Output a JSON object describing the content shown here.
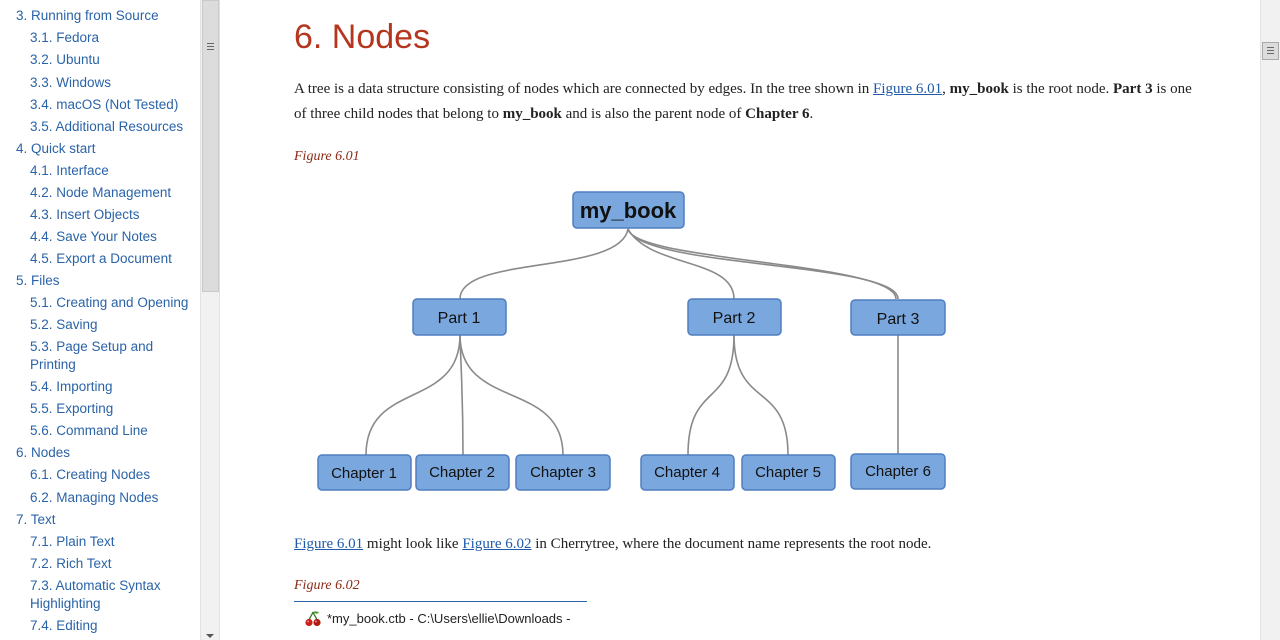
{
  "sidebar": {
    "items": [
      {
        "label": "3. Running from Source"
      },
      {
        "label": "3.1. Fedora"
      },
      {
        "label": "3.2. Ubuntu"
      },
      {
        "label": "3.3. Windows"
      },
      {
        "label": "3.4. macOS (Not Tested)"
      },
      {
        "label": "3.5. Additional Resources"
      },
      {
        "label": "4. Quick start"
      },
      {
        "label": "4.1. Interface"
      },
      {
        "label": "4.2. Node Management"
      },
      {
        "label": "4.3. Insert Objects"
      },
      {
        "label": "4.4. Save Your Notes"
      },
      {
        "label": "4.5. Export a Document"
      },
      {
        "label": "5. Files"
      },
      {
        "label": "5.1. Creating and Opening"
      },
      {
        "label": "5.2. Saving"
      },
      {
        "label": "5.3. Page Setup and Printing"
      },
      {
        "label": "5.4. Importing"
      },
      {
        "label": "5.5. Exporting"
      },
      {
        "label": "5.6. Command Line"
      },
      {
        "label": "6. Nodes"
      },
      {
        "label": "6.1. Creating Nodes"
      },
      {
        "label": "6.2. Managing Nodes"
      },
      {
        "label": "7. Text"
      },
      {
        "label": "7.1. Plain Text"
      },
      {
        "label": "7.2. Rich Text"
      },
      {
        "label": "7.3. Automatic Syntax Highlighting"
      },
      {
        "label": "7.4. Editing"
      }
    ]
  },
  "main": {
    "title": "6. Nodes",
    "para1": {
      "t1": "A tree is a data structure consisting of nodes which are connected by edges. In the tree shown in ",
      "link": "Figure 6.01",
      "t2": ", ",
      "b1": "my_book",
      "t3": " is the root node. ",
      "b2": "Part 3",
      "t4": " is one of three child nodes that belong to ",
      "b3": "my_book",
      "t5": " and is also the parent node of ",
      "b4": "Chapter 6",
      "t6": "."
    },
    "fig1_caption": "Figure 6.01",
    "tree": {
      "root": "my_book",
      "parts": [
        "Part 1",
        "Part 2",
        "Part 3"
      ],
      "chapters": [
        "Chapter 1",
        "Chapter 2",
        "Chapter 3",
        "Chapter 4",
        "Chapter 5",
        "Chapter 6"
      ]
    },
    "para2": {
      "link1": "Figure 6.01",
      "t1": " might look like ",
      "link2": "Figure 6.02",
      "t2": " in Cherrytree, where the document name represents the root node."
    },
    "fig2_caption": "Figure 6.02",
    "fig2_window_title": "*my_book.ctb - C:\\Users\\ellie\\Downloads -",
    "cherry_icon": "cherry-icon"
  },
  "colors": {
    "link": "#1f5aa8",
    "heading": "#b5361f",
    "caption": "#8a2a16",
    "node_fill": "#7aa7dd",
    "node_border": "#4f7fbf"
  }
}
